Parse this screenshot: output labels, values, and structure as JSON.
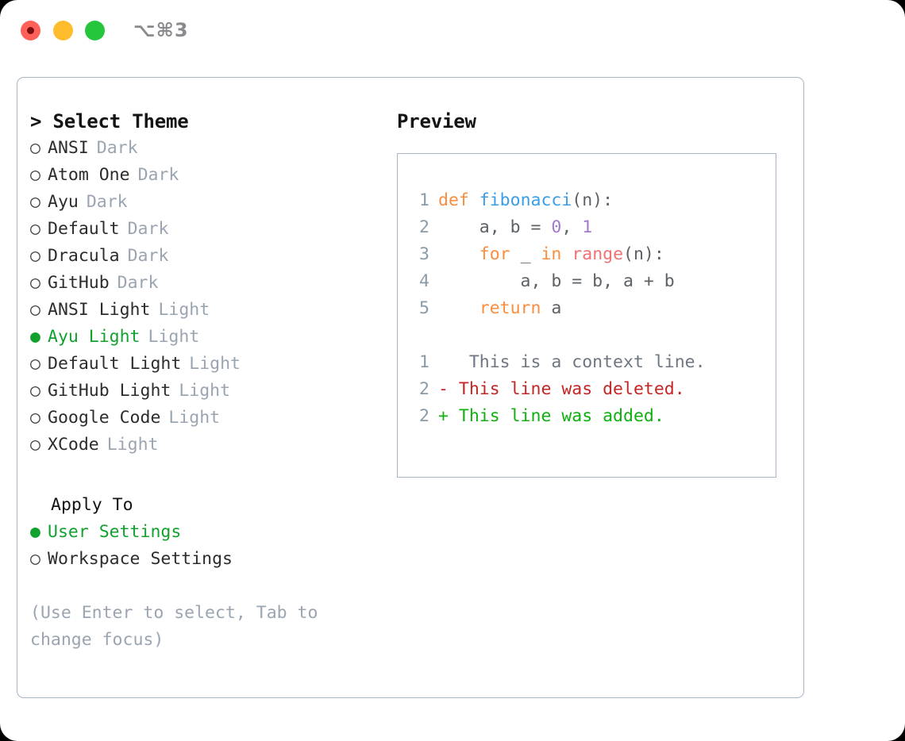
{
  "titlebar": {
    "close_icon": "traffic-light-close-recording",
    "minimize_icon": "traffic-light-minimize",
    "maximize_icon": "traffic-light-maximize",
    "shortcut": "⌥⌘3"
  },
  "theme_panel": {
    "header": "> Select Theme",
    "bullet_unselected": "○",
    "bullet_selected": "●",
    "items": [
      {
        "label": "ANSI",
        "tag": "Dark",
        "selected": false
      },
      {
        "label": "Atom One",
        "tag": "Dark",
        "selected": false
      },
      {
        "label": "Ayu",
        "tag": "Dark",
        "selected": false
      },
      {
        "label": "Default",
        "tag": "Dark",
        "selected": false
      },
      {
        "label": "Dracula",
        "tag": "Dark",
        "selected": false
      },
      {
        "label": "GitHub",
        "tag": "Dark",
        "selected": false
      },
      {
        "label": "ANSI Light",
        "tag": "Light",
        "selected": false
      },
      {
        "label": "Ayu Light",
        "tag": "Light",
        "selected": true
      },
      {
        "label": "Default Light",
        "tag": "Light",
        "selected": false
      },
      {
        "label": "GitHub Light",
        "tag": "Light",
        "selected": false
      },
      {
        "label": "Google Code",
        "tag": "Light",
        "selected": false
      },
      {
        "label": "XCode",
        "tag": "Light",
        "selected": false
      }
    ]
  },
  "apply_to": {
    "header": "Apply To",
    "items": [
      {
        "label": "User Settings",
        "selected": true
      },
      {
        "label": "Workspace Settings",
        "selected": false
      }
    ]
  },
  "hint": "(Use Enter to select, Tab to change focus)",
  "preview": {
    "header": "Preview",
    "code_lines": [
      {
        "no": "1",
        "tokens": [
          {
            "t": "def",
            "c": "kw"
          },
          {
            "t": " ",
            "c": "punc"
          },
          {
            "t": "fibonacci",
            "c": "fn"
          },
          {
            "t": "(n):",
            "c": "punc"
          }
        ]
      },
      {
        "no": "2",
        "tokens": [
          {
            "t": "    a, b = ",
            "c": "var"
          },
          {
            "t": "0",
            "c": "num"
          },
          {
            "t": ", ",
            "c": "punc"
          },
          {
            "t": "1",
            "c": "num"
          }
        ]
      },
      {
        "no": "3",
        "tokens": [
          {
            "t": "    ",
            "c": "punc"
          },
          {
            "t": "for",
            "c": "kw"
          },
          {
            "t": " _ ",
            "c": "var"
          },
          {
            "t": "in",
            "c": "kw"
          },
          {
            "t": " ",
            "c": "punc"
          },
          {
            "t": "range",
            "c": "call"
          },
          {
            "t": "(n):",
            "c": "punc"
          }
        ]
      },
      {
        "no": "4",
        "tokens": [
          {
            "t": "        a, b = b, a + b",
            "c": "var"
          }
        ]
      },
      {
        "no": "5",
        "tokens": [
          {
            "t": "    ",
            "c": "punc"
          },
          {
            "t": "return",
            "c": "kw"
          },
          {
            "t": " a",
            "c": "var"
          }
        ]
      }
    ],
    "diff_lines": [
      {
        "no": "1",
        "marker": " ",
        "text": "  This is a context line.",
        "kind": "ctx"
      },
      {
        "no": "2",
        "marker": "-",
        "text": " This line was deleted.",
        "kind": "del"
      },
      {
        "no": "2",
        "marker": "+",
        "text": " This line was added.",
        "kind": "add"
      }
    ]
  },
  "colors": {
    "accent_green": "#12A12E",
    "muted_gray": "#9AA5B1",
    "border": "#AAB4C4",
    "keyword": "#FA8D3E",
    "function": "#399EE6",
    "number": "#A37ACC",
    "call": "#F07171",
    "diff_delete": "#C52525",
    "diff_add": "#10B010"
  }
}
